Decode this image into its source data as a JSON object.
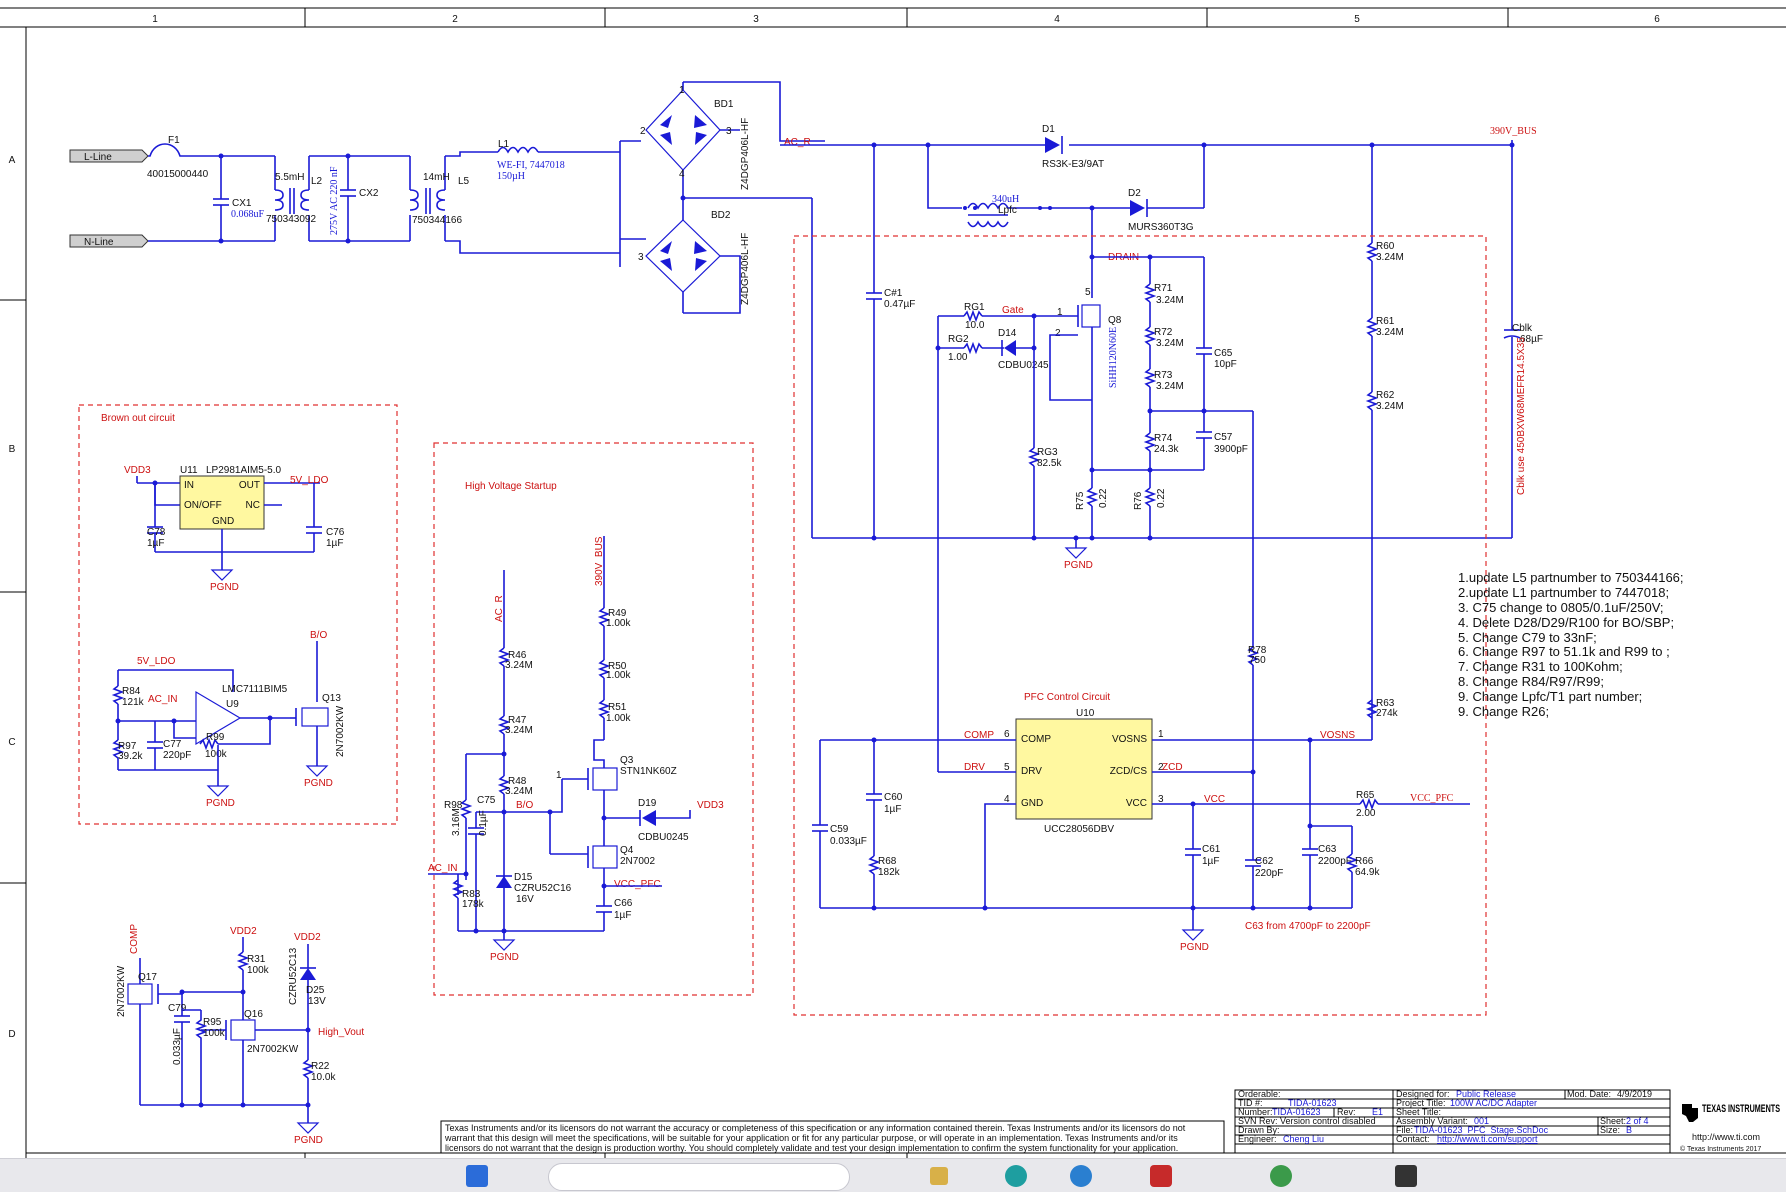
{
  "grid": {
    "cols": [
      "1",
      "2",
      "3",
      "4",
      "5",
      "6"
    ],
    "rows": [
      "A",
      "B",
      "C",
      "D"
    ]
  },
  "connectors": {
    "l_line": "L-Line",
    "n_line": "N-Line"
  },
  "fuse": {
    "ref": "F1",
    "part": "40015000440"
  },
  "cx1": {
    "ref": "CX1",
    "value": "0.068uF"
  },
  "l2": {
    "ref": "L2",
    "value": "5.5mH",
    "part": "750343092"
  },
  "cx2": {
    "ref": "CX2",
    "rating": "275V AC 220 nF"
  },
  "l5": {
    "ref": "L5",
    "value": "14mH",
    "part": "750344166"
  },
  "l1": {
    "ref": "L1",
    "part": "WE-FI, 7447018",
    "value": "150µH"
  },
  "bd1": {
    "ref": "BD1",
    "part": "Z4DGP406L-HF"
  },
  "bd2": {
    "ref": "BD2",
    "part": "Z4DGP406L-HF"
  },
  "nets": {
    "ac_r": "AC_R",
    "bus": "390V_BUS",
    "drain": "DRAIN",
    "gate": "Gate",
    "b_o": "B/O",
    "five_v_ldo": "5V_LDO",
    "vdd3": "VDD3",
    "vdd2": "VDD2",
    "pgnd": "PGND",
    "comp": "COMP",
    "drv": "DRV",
    "zcd": "ZCD",
    "vcc": "VCC",
    "vosns": "VOSNS",
    "vcc_pfc": "VCC_PFC",
    "ac_in": "AC_IN",
    "high_vout": "High_Vout"
  },
  "d1": {
    "ref": "D1",
    "part": "RS3K-E3/9AT"
  },
  "d2": {
    "ref": "D2",
    "part": "MURS360T3G"
  },
  "lpfc": {
    "ref": "Lpfc",
    "value": "340uH"
  },
  "c_hash1": {
    "ref": "C#1",
    "value": "0.47µF"
  },
  "rg1": {
    "ref": "RG1",
    "value": "10.0"
  },
  "rg2": {
    "ref": "RG2",
    "value": "1.00"
  },
  "d14": {
    "ref": "D14",
    "part": "CDBU0245"
  },
  "q8": {
    "ref": "Q8",
    "part": "SiHH120N60E"
  },
  "rg3": {
    "ref": "RG3",
    "value": "82.5k"
  },
  "r71": {
    "ref": "R71",
    "value": "3.24M"
  },
  "r72": {
    "ref": "R72",
    "value": "3.24M"
  },
  "r73": {
    "ref": "R73",
    "value": "3.24M"
  },
  "r74": {
    "ref": "R74",
    "value": "24.3k"
  },
  "c65": {
    "ref": "C65",
    "value": "10pF"
  },
  "c57": {
    "ref": "C57",
    "value": "3900pF"
  },
  "r75": {
    "ref": "R75",
    "value": "0.22"
  },
  "r76": {
    "ref": "R76",
    "value": "0.22"
  },
  "r60": {
    "ref": "R60",
    "value": "3.24M"
  },
  "r61": {
    "ref": "R61",
    "value": "3.24M"
  },
  "r62": {
    "ref": "R62",
    "value": "3.24M"
  },
  "cblk": {
    "ref": "Cblk",
    "value": "68µF",
    "note": "Cblk use 450BXW68MEFR14.5X35"
  },
  "brown_out": {
    "title": "Brown out circuit"
  },
  "u11": {
    "ref": "U11",
    "part": "LP2981AIM5-5.0",
    "pins": [
      "IN",
      "ON/OFF",
      "OUT",
      "NC",
      "GND"
    ]
  },
  "c78": {
    "ref": "C78",
    "value": "1µF"
  },
  "c76": {
    "ref": "C76",
    "value": "1µF"
  },
  "u9": {
    "ref": "U9",
    "part": "LMC7111BIM5"
  },
  "r84": {
    "ref": "R84",
    "value": "121k"
  },
  "r97": {
    "ref": "R97",
    "value": "39.2k"
  },
  "c77": {
    "ref": "C77",
    "value": "220pF"
  },
  "r99": {
    "ref": "R99",
    "value": "100k"
  },
  "q13": {
    "ref": "Q13",
    "part": "2N7002KW"
  },
  "hv_startup": {
    "title": "High Voltage Startup"
  },
  "r46": {
    "ref": "R46",
    "value": "3.24M"
  },
  "r47": {
    "ref": "R47",
    "value": "3.24M"
  },
  "r48": {
    "ref": "R48",
    "value": "3.24M"
  },
  "r98": {
    "ref": "R98",
    "value": "3.16M"
  },
  "c75": {
    "ref": "C75",
    "value": "0.1µF"
  },
  "d15": {
    "ref": "D15",
    "part": "CZRU52C16",
    "value": "16V"
  },
  "r83": {
    "ref": "R83",
    "value": "178k"
  },
  "r49": {
    "ref": "R49",
    "value": "1.00k"
  },
  "r50": {
    "ref": "R50",
    "value": "1.00k"
  },
  "r51": {
    "ref": "R51",
    "value": "1.00k"
  },
  "q3": {
    "ref": "Q3",
    "part": "STN1NK60Z"
  },
  "d19": {
    "ref": "D19",
    "part": "CDBU0245"
  },
  "q4": {
    "ref": "Q4",
    "part": "2N7002"
  },
  "c66": {
    "ref": "C66",
    "value": "1µF"
  },
  "pfc_ctrl": {
    "title": "PFC Control Circuit"
  },
  "u10": {
    "ref": "U10",
    "part": "UCC28056DBV",
    "pins_left": [
      "COMP",
      "DRV",
      "GND"
    ],
    "pins_right": [
      "VOSNS",
      "ZCD/CS",
      "VCC"
    ],
    "pin_nums": [
      "6",
      "5",
      "4",
      "1",
      "2",
      "3"
    ]
  },
  "r78": {
    "ref": "R78",
    "value": "750"
  },
  "r63": {
    "ref": "R63",
    "value": "274k"
  },
  "c59": {
    "ref": "C59",
    "value": "0.033µF"
  },
  "c60": {
    "ref": "C60",
    "value": "1µF"
  },
  "r68": {
    "ref": "R68",
    "value": "182k"
  },
  "c61": {
    "ref": "C61",
    "value": "1µF"
  },
  "c62": {
    "ref": "C62",
    "value": "220pF"
  },
  "c63": {
    "ref": "C63",
    "value": "2200pF",
    "note": "C63 from 4700pF to 2200pF"
  },
  "r65": {
    "ref": "R65",
    "value": "2.00"
  },
  "r66": {
    "ref": "R66",
    "value": "64.9k"
  },
  "q17": {
    "ref": "Q17",
    "part": "2N7002KW"
  },
  "c79": {
    "ref": "C79",
    "value": "0.033µF"
  },
  "r31": {
    "ref": "R31",
    "value": "100k"
  },
  "r95": {
    "ref": "R95",
    "value": "100k"
  },
  "q16": {
    "ref": "Q16",
    "part": "2N7002KW"
  },
  "d25": {
    "ref": "D25",
    "part": "CZRU52C13",
    "value": "13V"
  },
  "r22": {
    "ref": "R22",
    "value": "10.0k"
  },
  "notes": [
    "1.update L5 partnumber to 750344166;",
    "2.update L1 partnumber to 7447018;",
    "3. C75 change to 0805/0.1uF/250V;",
    "4. Delete D28/D29/R100 for BO/SBP;",
    "5. Change C79 to 33nF;",
    "6. Change R97  to 51.1k and R99 to  ;",
    "7. Change R31 to 100Kohm;",
    "8. Change R84/R97/R99;",
    "9. Change Lpfc/T1 part number;",
    "9. Change R26;"
  ],
  "disclaimer": [
    "Texas Instruments and/or its licensors do not warrant the accuracy or completeness of this specification or any information contained therein. Texas Instruments and/or its licensors do not",
    "warrant that this design will meet the specifications, will be suitable for your application or fit for any particular purpose, or will operate in an implementation. Texas Instruments and/or its",
    "licensors do not warrant that the design is production worthy. You should completely validate and test your design implementation to confirm the system functionality for your application."
  ],
  "title_block": {
    "orderable_label": "Orderable:",
    "tid_label": "TID #:",
    "tid": "TIDA-01623",
    "number_label": "Number:",
    "number": "TIDA-01623",
    "rev_label": "Rev:",
    "rev": "E1",
    "svn": "SVN Rev:  Version control disabled",
    "drawn_label": "Drawn By:",
    "engineer_label": "Engineer:",
    "engineer": "Cheng Liu",
    "designed_label": "Designed for:",
    "designed": "Public Release",
    "mod_label": "Mod. Date:",
    "mod": "4/9/2019",
    "project_label": "Project Title:",
    "project": "100W AC/DC Adapter",
    "sheet_title_label": "Sheet Title:",
    "assembly_label": "Assembly Variant:",
    "assembly": "001",
    "sheet_label": "Sheet:",
    "sheet": "2  of  4",
    "file_label": "File:",
    "file": "TIDA-01623_PFC_Stage.SchDoc",
    "size_label": "Size:",
    "size": "B",
    "contact_label": "Contact:",
    "contact": "http://www.ti.com/support",
    "logo_text": "TEXAS INSTRUMENTS",
    "url": "http://www.ti.com",
    "copyright": "© Texas Instruments  2017"
  }
}
